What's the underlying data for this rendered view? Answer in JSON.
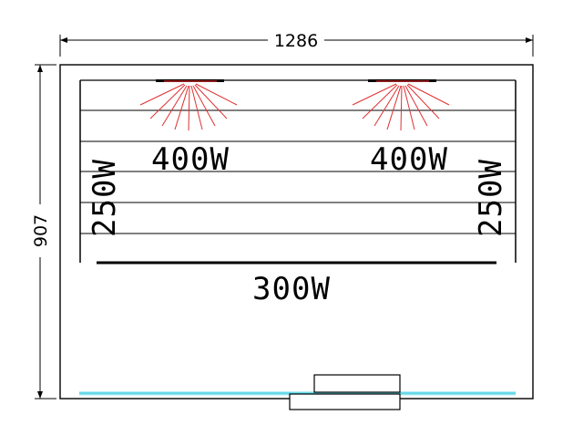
{
  "plan": {
    "width_dimension": "1286",
    "depth_dimension": "907",
    "heaters": {
      "back_left": "400W",
      "back_right": "400W",
      "side_left": "250W",
      "side_right": "250W",
      "floor": "300W"
    },
    "colors": {
      "heat_rays": "#e03030",
      "glass_front": "#66d9e8",
      "outline": "#000000"
    }
  }
}
